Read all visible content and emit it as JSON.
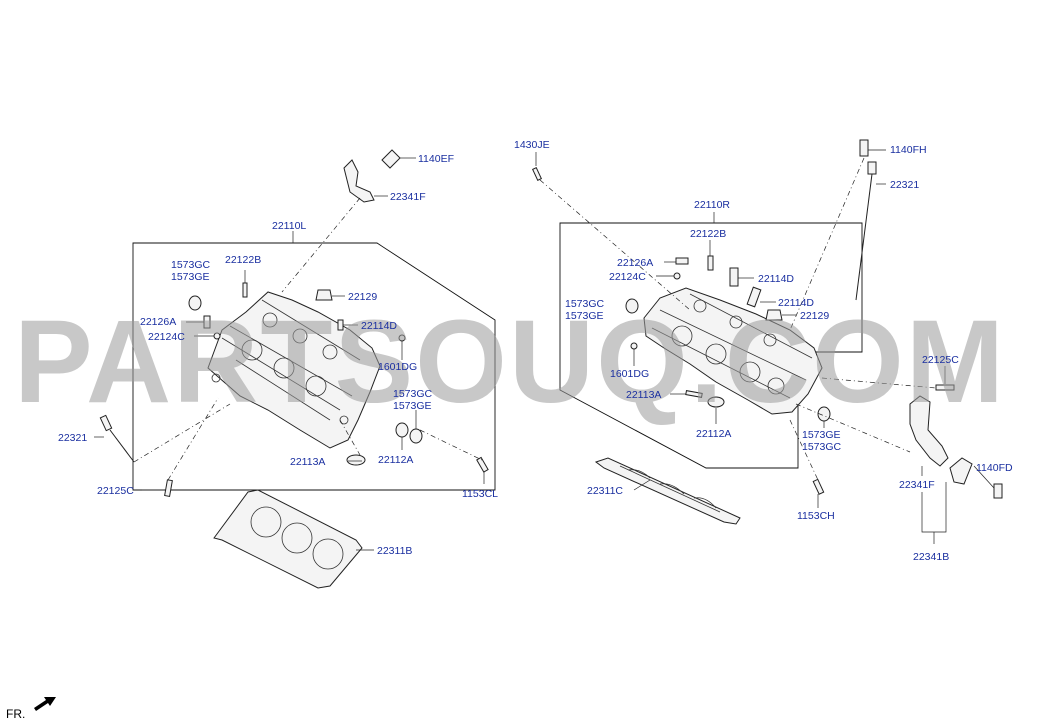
{
  "watermark": "PARTSOUQ.COM",
  "direction_marker": "FR.",
  "labels": {
    "l_1140EF": "1140EF",
    "l_22341F_left": "22341F",
    "l_22110L": "22110L",
    "l_1573GC_a": "1573GC",
    "l_1573GE_a": "1573GE",
    "l_22122B_left": "22122B",
    "l_22129_left": "22129",
    "l_22126A_left": "22126A",
    "l_22114D_left": "22114D",
    "l_22124C_left": "22124C",
    "l_1601DG_left": "1601DG",
    "l_1573GC_b": "1573GC",
    "l_1573GE_b": "1573GE",
    "l_22321_left": "22321",
    "l_22113A_left": "22113A",
    "l_22112A_left": "22112A",
    "l_22125C_left": "22125C",
    "l_1153CL": "1153CL",
    "l_22311B": "22311B",
    "l_1430JE": "1430JE",
    "l_1140FH": "1140FH",
    "l_22321_right": "22321",
    "l_22110R": "22110R",
    "l_22122B_right": "22122B",
    "l_22126A_right": "22126A",
    "l_22124C_right": "22124C",
    "l_22114D_right_a": "22114D",
    "l_22114D_right_b": "22114D",
    "l_1573GC_c": "1573GC",
    "l_1573GE_c": "1573GE",
    "l_22129_right": "22129",
    "l_1601DG_right": "1601DG",
    "l_22125C_right": "22125C",
    "l_22113A_right": "22113A",
    "l_22112A_right": "22112A",
    "l_1573GE_d": "1573GE",
    "l_1573GC_d": "1573GC",
    "l_22311C": "22311C",
    "l_1153CH": "1153CH",
    "l_22341F_right": "22341F",
    "l_1140FD": "1140FD",
    "l_22341B": "22341B"
  },
  "colors": {
    "label": "#1a2fa0",
    "line": "#222222",
    "watermark": "#9a9a9a"
  }
}
